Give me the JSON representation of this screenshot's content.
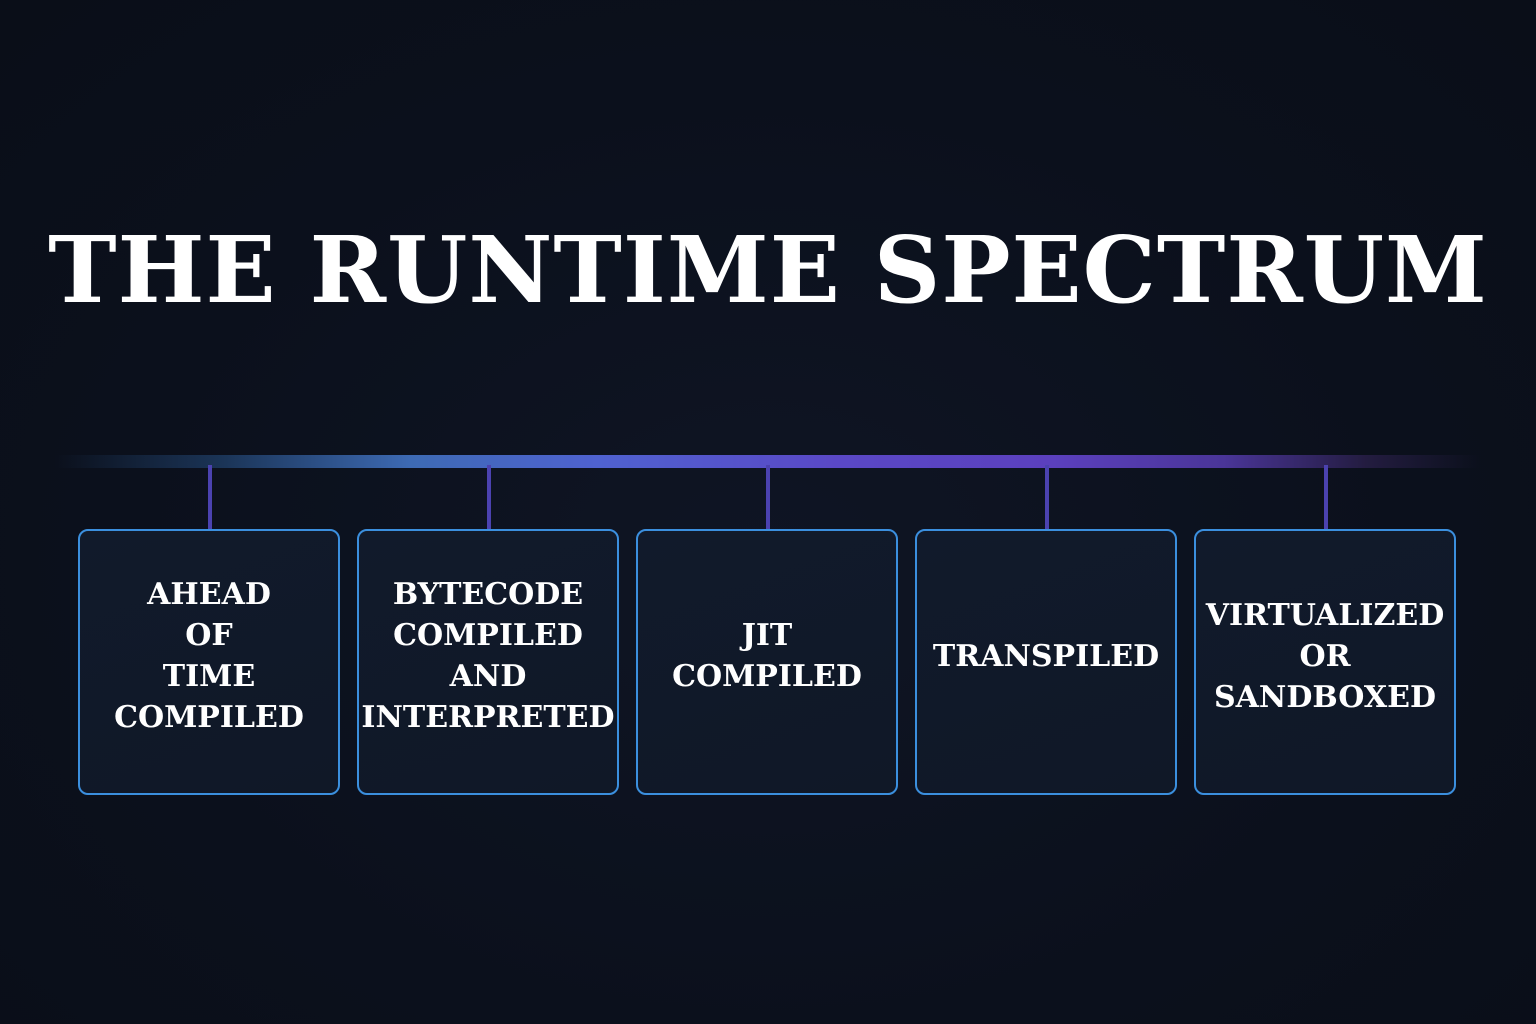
{
  "title": "THE RUNTIME SPECTRUM",
  "colors": {
    "box_border": "#3b8fde",
    "connector": "#4b42b0",
    "background": "#0b101c"
  },
  "categories": [
    {
      "label": "AHEAD\nOF\nTIME\nCOMPILED"
    },
    {
      "label": "BYTECODE\nCOMPILED\nAND\nINTERPRETED"
    },
    {
      "label": "JIT\nCOMPILED"
    },
    {
      "label": "TRANSPILED"
    },
    {
      "label": "VIRTUALIZED\nOR\nSANDBOXED"
    }
  ]
}
